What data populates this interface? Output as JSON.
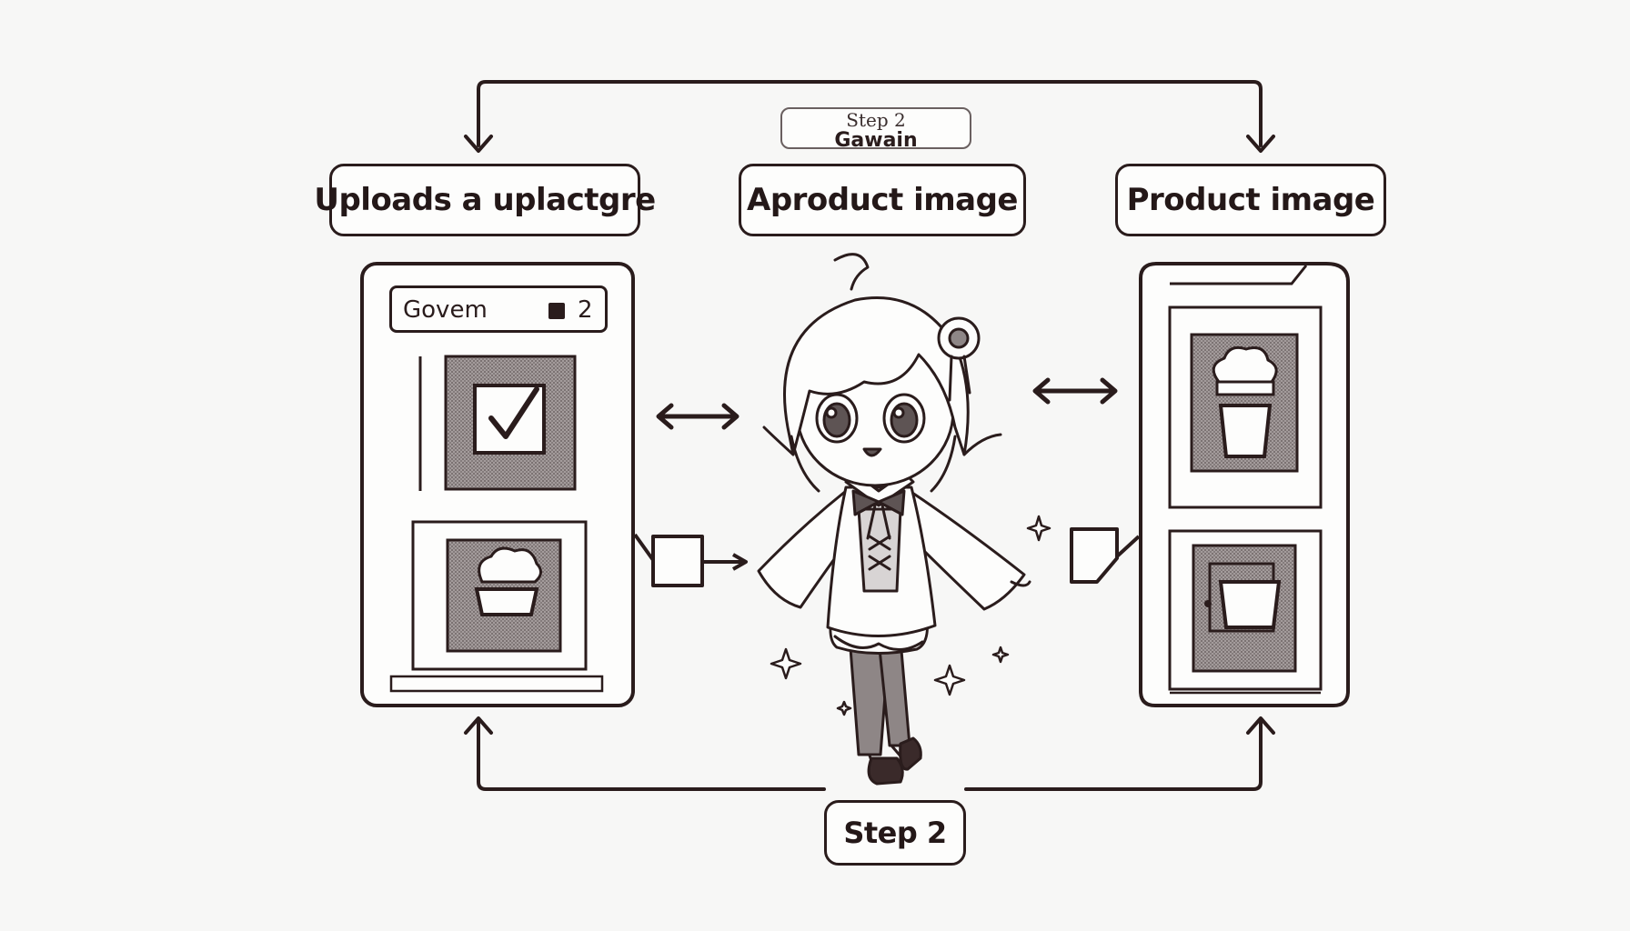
{
  "labels": {
    "top_left": "Uploads a uplactgre",
    "top_middle": "Aproduct image",
    "top_right": "Product image",
    "step_top_line1": "Step 2",
    "step_top_line2": "Gawain",
    "bottom": "Step 2"
  },
  "left_panel": {
    "title": "Govem",
    "number": "2"
  },
  "colors": {
    "ink": "#2a1c1c",
    "paper": "#f7f7f6",
    "screen_tone": "#8c8484"
  },
  "icons": [
    "checkbox-icon",
    "cupcake-icon",
    "arrow-left-right-icon",
    "sparkle-icon"
  ]
}
